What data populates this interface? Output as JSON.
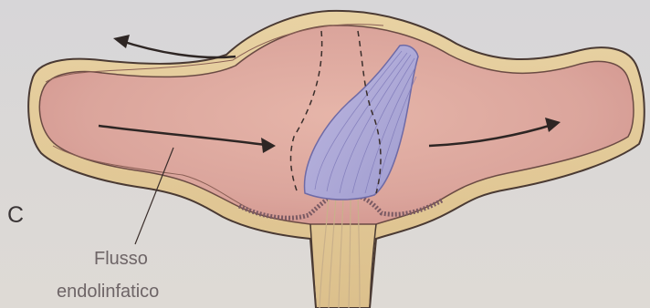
{
  "panel": {
    "letter": "C"
  },
  "caption": {
    "line1": "Flusso",
    "line2": "endolinfatico"
  },
  "colors": {
    "background": "#dcd9d6",
    "outer_wall": "#e2c99a",
    "outline": "#4a3a33",
    "endolymph": "#d9a59d",
    "cupula": "#a9a6d4",
    "arrow": "#2e2624"
  },
  "icons": {
    "arrow": "curved-arrow"
  }
}
